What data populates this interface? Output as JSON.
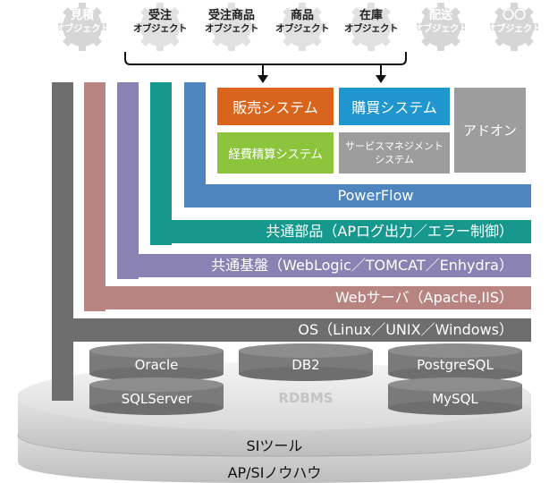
{
  "objects": [
    {
      "line1": "見積",
      "line2": "オブジェクト",
      "state": "dim"
    },
    {
      "line1": "受注",
      "line2": "オブジェクト",
      "state": "active"
    },
    {
      "line1": "受注商品",
      "line2": "オブジェクト",
      "state": "active"
    },
    {
      "line1": "商品",
      "line2": "オブジェクト",
      "state": "active"
    },
    {
      "line1": "在庫",
      "line2": "オブジェクト",
      "state": "active"
    },
    {
      "line1": "配送",
      "line2": "オブジェクト",
      "state": "dim"
    },
    {
      "line1": "〇〇",
      "line2": "オブジェクト",
      "state": "dim"
    }
  ],
  "systems": {
    "sales": "販売システム",
    "purchase": "購買システム",
    "addon": "アドオン",
    "expense": "経費精算システム",
    "service_line1": "サービスマネジメント",
    "service_line2": "システム"
  },
  "layers": {
    "powerflow": "PowerFlow",
    "common_parts": "共通部品（APログ出力／エラー制御）",
    "common_base": "共通基盤（WebLogic／TOMCAT／Enhydra）",
    "web_server": "Webサーバ（Apache,IIS）",
    "os": "OS（Linux／UNIX／Windows）"
  },
  "rdbms": {
    "label": "RDBMS",
    "oracle": "Oracle",
    "db2": "DB2",
    "postgresql": "PostgreSQL",
    "sqlserver": "SQLServer",
    "mysql": "MySQL"
  },
  "platform": {
    "si_tools": "SIツール",
    "ap_si_knowhow": "AP/SIノウハウ"
  },
  "colors": {
    "orange": "#d9651c",
    "blue_box": "#1f96cd",
    "green_box": "#8cc43c",
    "gray_box": "#9d9d9d",
    "powerflow": "#4e85bf",
    "common_parts": "#17988f",
    "common_base": "#8982b2",
    "web_server": "#b88482",
    "os": "#6e6e6e"
  }
}
